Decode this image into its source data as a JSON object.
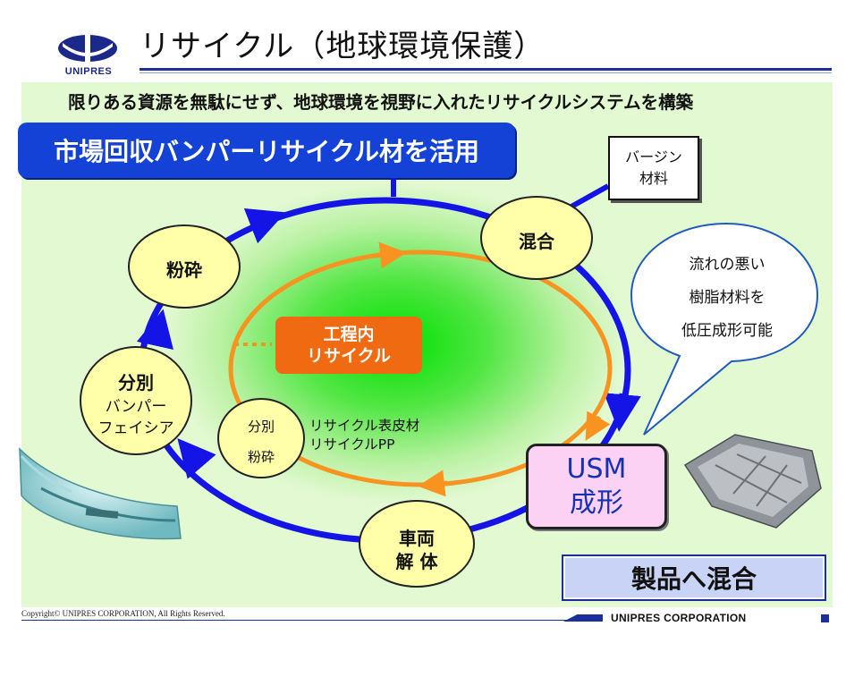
{
  "header": {
    "logo_text": "UNIPRES",
    "title": "リサイクル（地球環境保護）"
  },
  "subtitle": "限りある資源を無駄にせず、地球環境を視野に入れたリサイクルシステムを構築",
  "banner": "市場回収バンパーリサイクル材を活用",
  "nodes": {
    "virgin_line1": "バージン",
    "virgin_line2": "材料",
    "mixing": "混合",
    "crushing": "粉砕",
    "sorting": "分別",
    "sorting_sub1": "バンパー",
    "sorting_sub2": "フェイシア",
    "dismantle_line1": "車両",
    "dismantle_line2": "解 体",
    "inner_sort_line1": "分別",
    "inner_sort_line2": "粉砕",
    "usm_line1": "USM",
    "usm_line2": "成形"
  },
  "inprocess": {
    "line1": "工程内",
    "line2": "リサイクル"
  },
  "recycle_note": {
    "line1": "リサイクル表皮材",
    "line2": "リサイクルPP"
  },
  "callout": {
    "line1": "流れの悪い",
    "line2": "樹脂材料を",
    "line3": "低圧成形可能"
  },
  "product_box": "製品へ混合",
  "footer": {
    "copyright": "Copyright© UNIPRES CORPORATION, All Rights Reserved.",
    "brand": "UNIPRES CORPORATION"
  },
  "colors": {
    "blue_loop": "#1414e6",
    "orange_loop": "#f7931e",
    "node_fill": "#ffffaa",
    "banner": "#1542d6",
    "usm_fill": "#fbd2f3"
  }
}
